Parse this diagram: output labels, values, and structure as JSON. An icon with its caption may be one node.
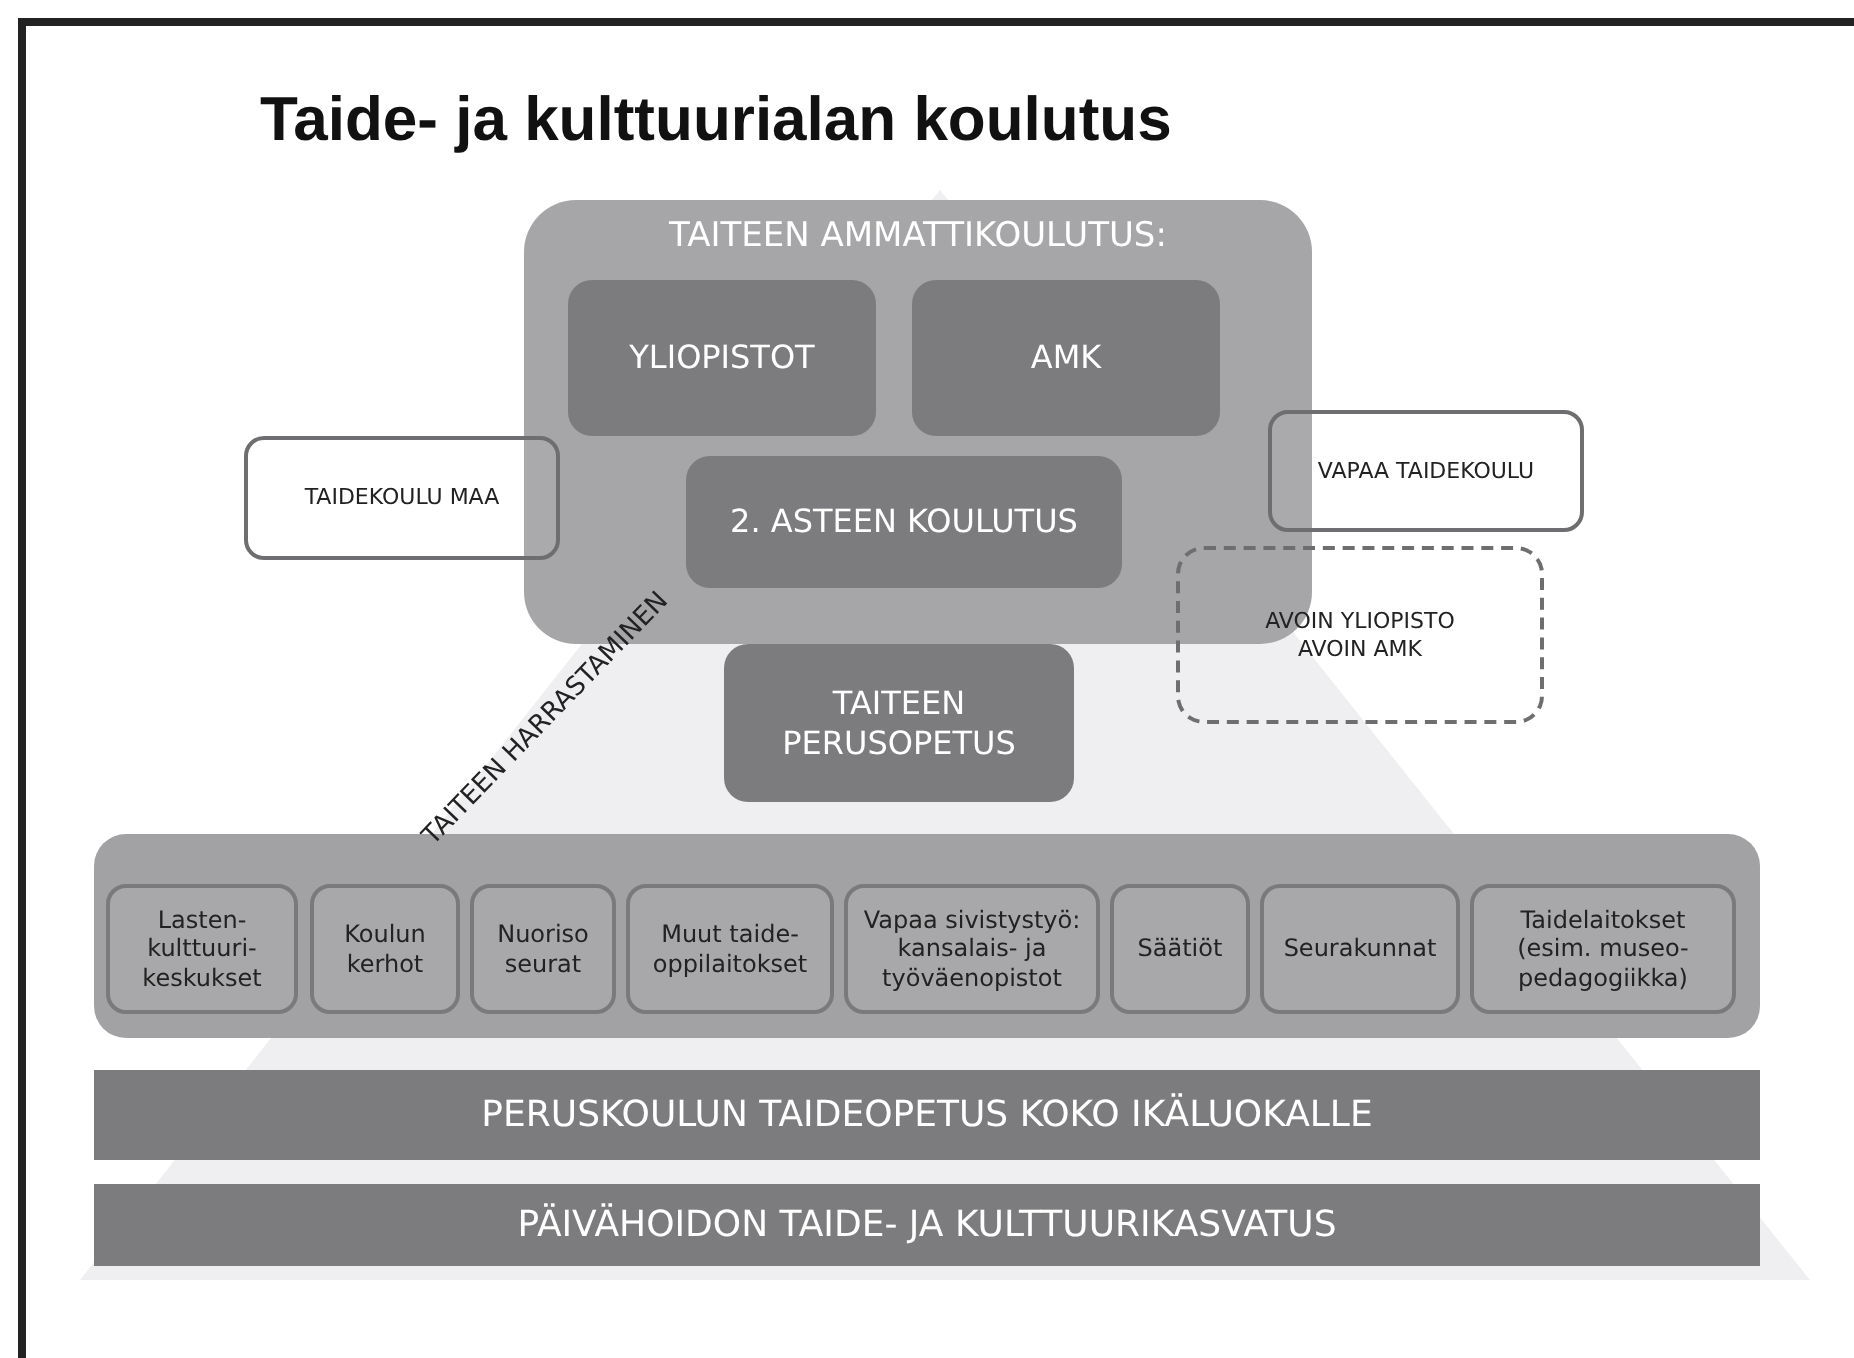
{
  "diagram": {
    "title": "Taide- ja kulttuurialan koulutus",
    "nodes": [
      {
        "text": [
          "TAITEEN AMMATTIKOULUTUS:"
        ]
      },
      {
        "text": [
          "YLIOPISTOT"
        ],
        "in": 0
      },
      {
        "text": [
          "AMK"
        ],
        "in": 0
      },
      {
        "text": [
          "2. ASTEEN KOULUTUS"
        ],
        "in": 0
      },
      {
        "text": [
          "TAIDEKOULU MAA"
        ]
      },
      {
        "text": [
          "VAPAA TAIDEKOULU"
        ]
      },
      {
        "text": [
          "AVOIN YLIOPISTO AVOIN AMK"
        ]
      },
      {
        "text": [
          "TAITEEN PERUSOPETUS"
        ]
      },
      {
        "text": [],
        "shape": "box"
      },
      {
        "text": [
          "Lasten- kulttuuri- keskukset"
        ],
        "in": 8
      },
      {
        "text": [
          "Koulun kerhot"
        ],
        "in": 8
      },
      {
        "text": [
          "Nuoriso seurat"
        ],
        "in": 8
      },
      {
        "text": [
          "Muut taide- oppilaitokset"
        ],
        "in": 8
      },
      {
        "text": [
          "Vapaa sivistystyö: kansalais- ja työväenopistot"
        ],
        "in": 8
      },
      {
        "text": [
          "Säätiöt"
        ],
        "in": 8
      },
      {
        "text": [
          "Seurakunnat"
        ],
        "in": 8
      },
      {
        "text": [
          "Taidelaitokset (esim. museo- pedagogiikka)"
        ],
        "in": 8
      },
      {
        "text": [
          "PERUSKOULUN TAIDEOPETUS KOKO IKÄLUOKALLE"
        ]
      },
      {
        "text": [
          "PÄIVÄHOIDON TAIDE- JA KULTTUURIKASVATUS"
        ]
      }
    ],
    "edges": [],
    "labels": [
      "TAITEEN HARRASTAMINEN"
    ]
  }
}
